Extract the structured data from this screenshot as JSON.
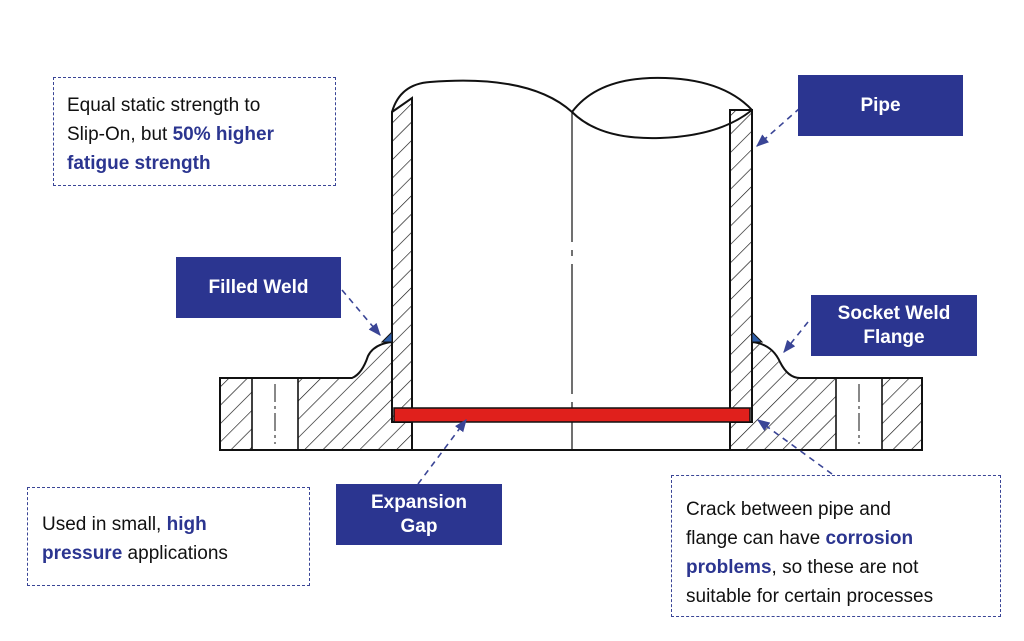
{
  "colors": {
    "label_bg": "#2b3590",
    "label_text": "#ffffff",
    "highlight_text": "#2b3590",
    "outline": "#111111",
    "gap_fill": "#e0201c",
    "weld_fill": "#2f5faa",
    "leader": "#3a4596"
  },
  "labels": {
    "pipe": "Pipe",
    "filled_weld": "Filled Weld",
    "socket_weld_flange_line1": "Socket Weld",
    "socket_weld_flange_line2": "Flange",
    "expansion_gap_line1": "Expansion",
    "expansion_gap_line2": "Gap"
  },
  "notes": {
    "strength": {
      "line1": "Equal static strength to",
      "line2_plain": "Slip-On, but ",
      "line2_highlight": "50% higher",
      "line3_highlight": "fatigue strength"
    },
    "usage": {
      "line1_plain": "Used in small, ",
      "line1_highlight": "high",
      "line2_highlight": "pressure",
      "line2_plain": " applications"
    },
    "crack": {
      "line1": "Crack between pipe and",
      "line2_plain": "flange can have ",
      "line2_highlight": "corrosion",
      "line3_highlight": "problems",
      "line3_plain": ", so these are not",
      "line4": "suitable for certain processes"
    }
  }
}
